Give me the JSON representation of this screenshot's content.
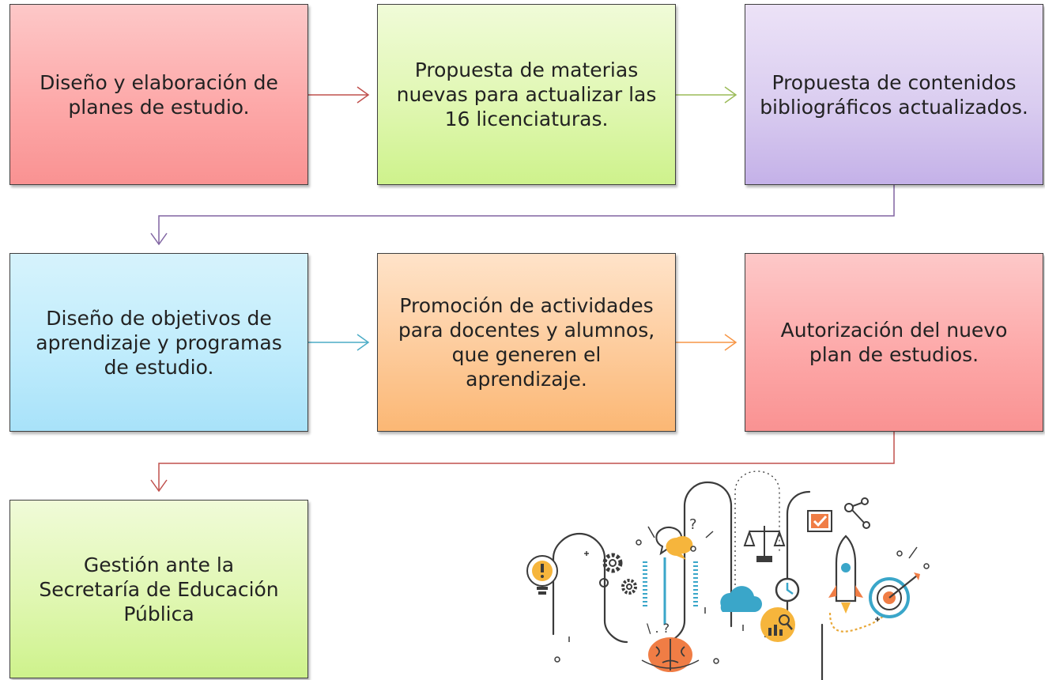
{
  "boxes": [
    {
      "id": "b1",
      "text": "Diseño y elaboración de planes de estudio."
    },
    {
      "id": "b2",
      "text": "Propuesta de materias nuevas para actualizar las 16 licenciaturas."
    },
    {
      "id": "b3",
      "text": "Propuesta de contenidos bibliográficos actualizados."
    },
    {
      "id": "b4",
      "text": "Diseño de objetivos de aprendizaje y programas de estudio."
    },
    {
      "id": "b5",
      "text": "Promoción de actividades para docentes y alumnos, que generen el aprendizaje."
    },
    {
      "id": "b6",
      "text": "Autorización del nuevo plan de estudios."
    },
    {
      "id": "b7",
      "text": "Gestión ante la Secretaría de Educación Pública"
    }
  ],
  "connector_colors": {
    "b1_b2": "#c0504d",
    "b2_b3": "#9bbb59",
    "b3_b4": "#8064a2",
    "b4_b5": "#4bacc6",
    "b5_b6": "#f79646",
    "b6_b7": "#c0504d"
  },
  "illustration_icons": [
    "lightbulb-icon",
    "gears-icon",
    "speech-bubble-icon",
    "brain-icon",
    "scales-icon",
    "cloud-icon",
    "clock-icon",
    "checkbox-icon",
    "rocket-icon",
    "target-icon",
    "chart-magnifier-icon"
  ]
}
